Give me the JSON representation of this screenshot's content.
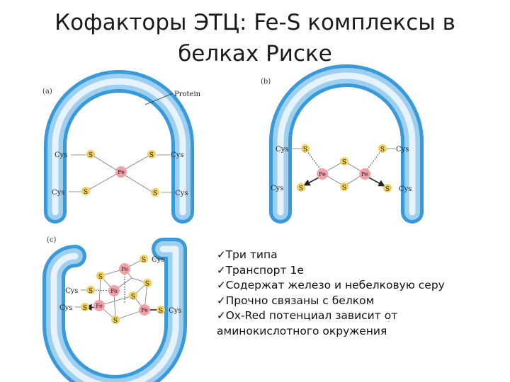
{
  "title": {
    "line1": "Кофакторы ЭТЦ: Fe-S комплексы в",
    "line2": "белках Риске"
  },
  "figure": {
    "panel_a_label": "(a)",
    "panel_b_label": "(b)",
    "panel_c_label": "(c)",
    "protein_label": "Protein",
    "cys": "Cys",
    "s": "S",
    "fe": "Fe"
  },
  "bullets": {
    "marker": "✓",
    "items": [
      "Три типа",
      "Транспорт 1e",
      "Содержат железо и небелковую серу",
      "Прочно связаны с белком",
      "Ox-Red потенциал зависит от"
    ],
    "continuation": "аминокислотного окружения"
  },
  "colors": {
    "protein_edge": "#3a9ad9",
    "protein_fill": "#e6f3fc",
    "sulfur": "#f0d060",
    "iron": "#f2a0a8"
  }
}
